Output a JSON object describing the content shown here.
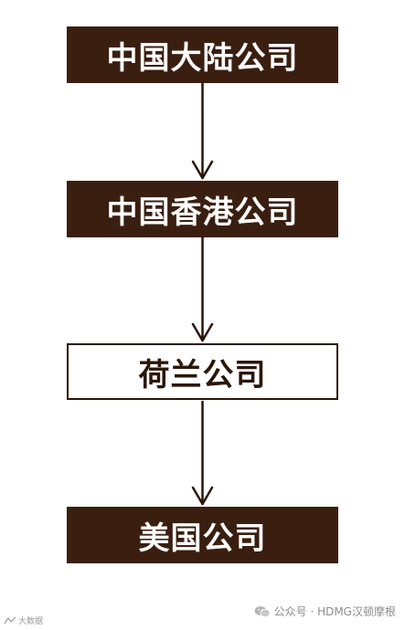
{
  "diagram": {
    "nodes": [
      {
        "label": "中国大陆公司",
        "style": "filled"
      },
      {
        "label": "中国香港公司",
        "style": "filled"
      },
      {
        "label": "荷兰公司",
        "style": "outlined"
      },
      {
        "label": "美国公司",
        "style": "filled"
      }
    ],
    "edges": [
      {
        "from": 0,
        "to": 1
      },
      {
        "from": 1,
        "to": 2
      },
      {
        "from": 2,
        "to": 3
      }
    ],
    "colors": {
      "node_fill": "#3a1f10",
      "node_text_on_fill": "#ffffff",
      "outline": "#2b1608",
      "arrow": "#2b1608"
    }
  },
  "watermark": {
    "left_text": "大数据",
    "right_text": "公众号 · HDMG汉顿摩根"
  }
}
